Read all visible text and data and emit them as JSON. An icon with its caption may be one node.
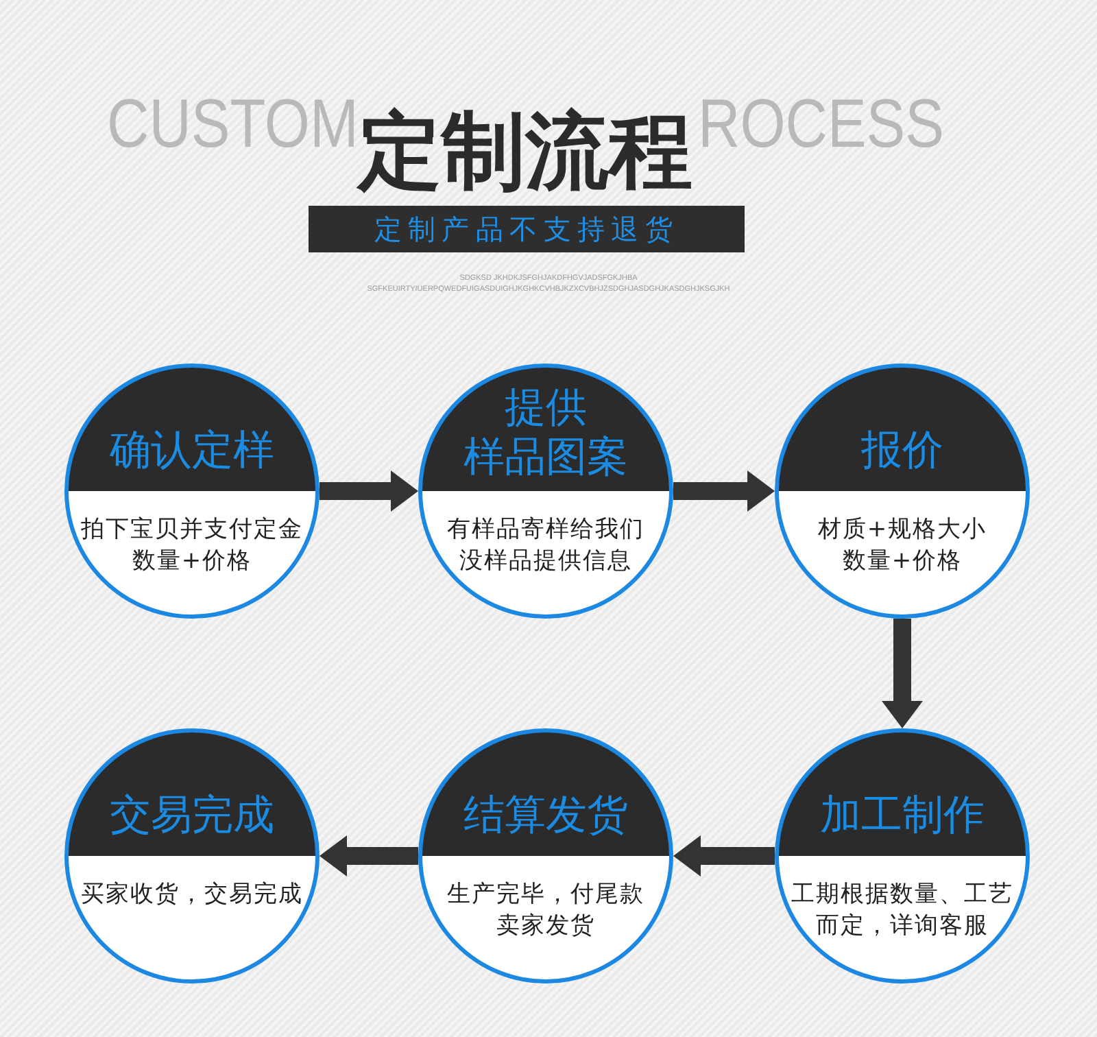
{
  "diagram": {
    "title": "定制流程",
    "nodes": [
      {
        "text": [
          "定制产品不支持退货"
        ]
      },
      {
        "text": [
          "确认定样",
          "拍下宝贝并支付定金",
          "数量+价格"
        ]
      },
      {
        "text": [
          "提供",
          "样品图案",
          "有样品寄样给我们",
          "没样品提供信息"
        ]
      },
      {
        "text": [
          "报价",
          "材质+规格大小",
          "数量+价格"
        ]
      },
      {
        "text": [
          "加工制作",
          "工期根据数量、工艺而定，详询客服"
        ]
      },
      {
        "text": [
          "结算发货",
          "生产完毕，付尾款",
          "卖家发货"
        ]
      },
      {
        "text": [
          "交易完成",
          "买家收货，交易完成"
        ]
      }
    ],
    "edges": [
      {
        "from": 1,
        "to": 2,
        "arrow": "to"
      },
      {
        "from": 2,
        "to": 3,
        "arrow": "to"
      },
      {
        "from": 3,
        "to": 4,
        "arrow": "to"
      },
      {
        "from": 4,
        "to": 5,
        "arrow": "to"
      },
      {
        "from": 5,
        "to": 6,
        "arrow": "to"
      }
    ],
    "labels": [
      "CUSTOM",
      "ROCESS",
      "SDGKSD JKHDKJSFGHJAKDFHGVJADSFGKJHBA",
      "SGFKEUIRTYIUERPQWEDFUIGASDUIGHJKGHKCVHBJKZXCVBHJZSDGHJASDGHJKASDGHJKSGJKH"
    ]
  }
}
